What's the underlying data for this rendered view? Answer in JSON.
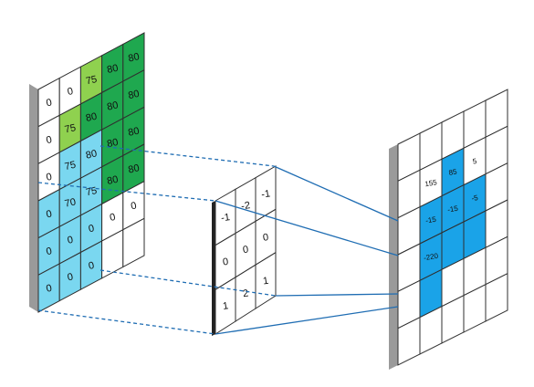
{
  "colors": {
    "white": "#ffffff",
    "light_green": "#8fd14f",
    "dark_green": "#1fa84f",
    "blue": "#7ad7f0",
    "output_blue": "#1aa3e8",
    "grid_line": "#2f2f2f",
    "side_gray": "#9a9a9a",
    "projection_line": "#1f6db3"
  },
  "input_matrix": {
    "values": [
      [
        "0",
        "0",
        "75",
        "80",
        "80"
      ],
      [
        "0",
        "75",
        "80",
        "80",
        "80"
      ],
      [
        "0",
        "75",
        "80",
        "80",
        "80"
      ],
      [
        "0",
        "70",
        "75",
        "80",
        "80"
      ],
      [
        "0",
        "0",
        "0",
        "0",
        "0"
      ],
      [
        "0",
        "0",
        "0",
        "",
        ""
      ]
    ],
    "fills": [
      [
        "white",
        "white",
        "light_green",
        "dark_green",
        "dark_green"
      ],
      [
        "white",
        "light_green",
        "dark_green",
        "dark_green",
        "dark_green"
      ],
      [
        "white",
        "blue",
        "blue",
        "dark_green",
        "dark_green"
      ],
      [
        "blue",
        "blue",
        "blue",
        "dark_green",
        "dark_green"
      ],
      [
        "blue",
        "blue",
        "blue",
        "white",
        "white"
      ],
      [
        "blue",
        "blue",
        "blue",
        "white",
        "white"
      ]
    ]
  },
  "kernel": {
    "values": [
      [
        "-1",
        "-2",
        "-1"
      ],
      [
        "0",
        "0",
        "0"
      ],
      [
        "1",
        "2",
        "1"
      ]
    ]
  },
  "output_matrix": {
    "values": [
      [
        "",
        "",
        "",
        "",
        ""
      ],
      [
        "",
        "155",
        "85",
        "5",
        ""
      ],
      [
        "",
        "-15",
        "-15",
        "-5",
        ""
      ],
      [
        "",
        "-220",
        "",
        "",
        ""
      ],
      [
        "",
        "",
        "",
        "",
        ""
      ],
      [
        "",
        "",
        "",
        "",
        ""
      ]
    ],
    "fills": [
      [
        "white",
        "white",
        "white",
        "white",
        "white"
      ],
      [
        "white",
        "white",
        "output_blue",
        "white",
        "white"
      ],
      [
        "white",
        "output_blue",
        "output_blue",
        "output_blue",
        "white"
      ],
      [
        "white",
        "output_blue",
        "output_blue",
        "output_blue",
        "white"
      ],
      [
        "white",
        "output_blue",
        "white",
        "white",
        "white"
      ],
      [
        "white",
        "white",
        "white",
        "white",
        "white"
      ]
    ]
  }
}
